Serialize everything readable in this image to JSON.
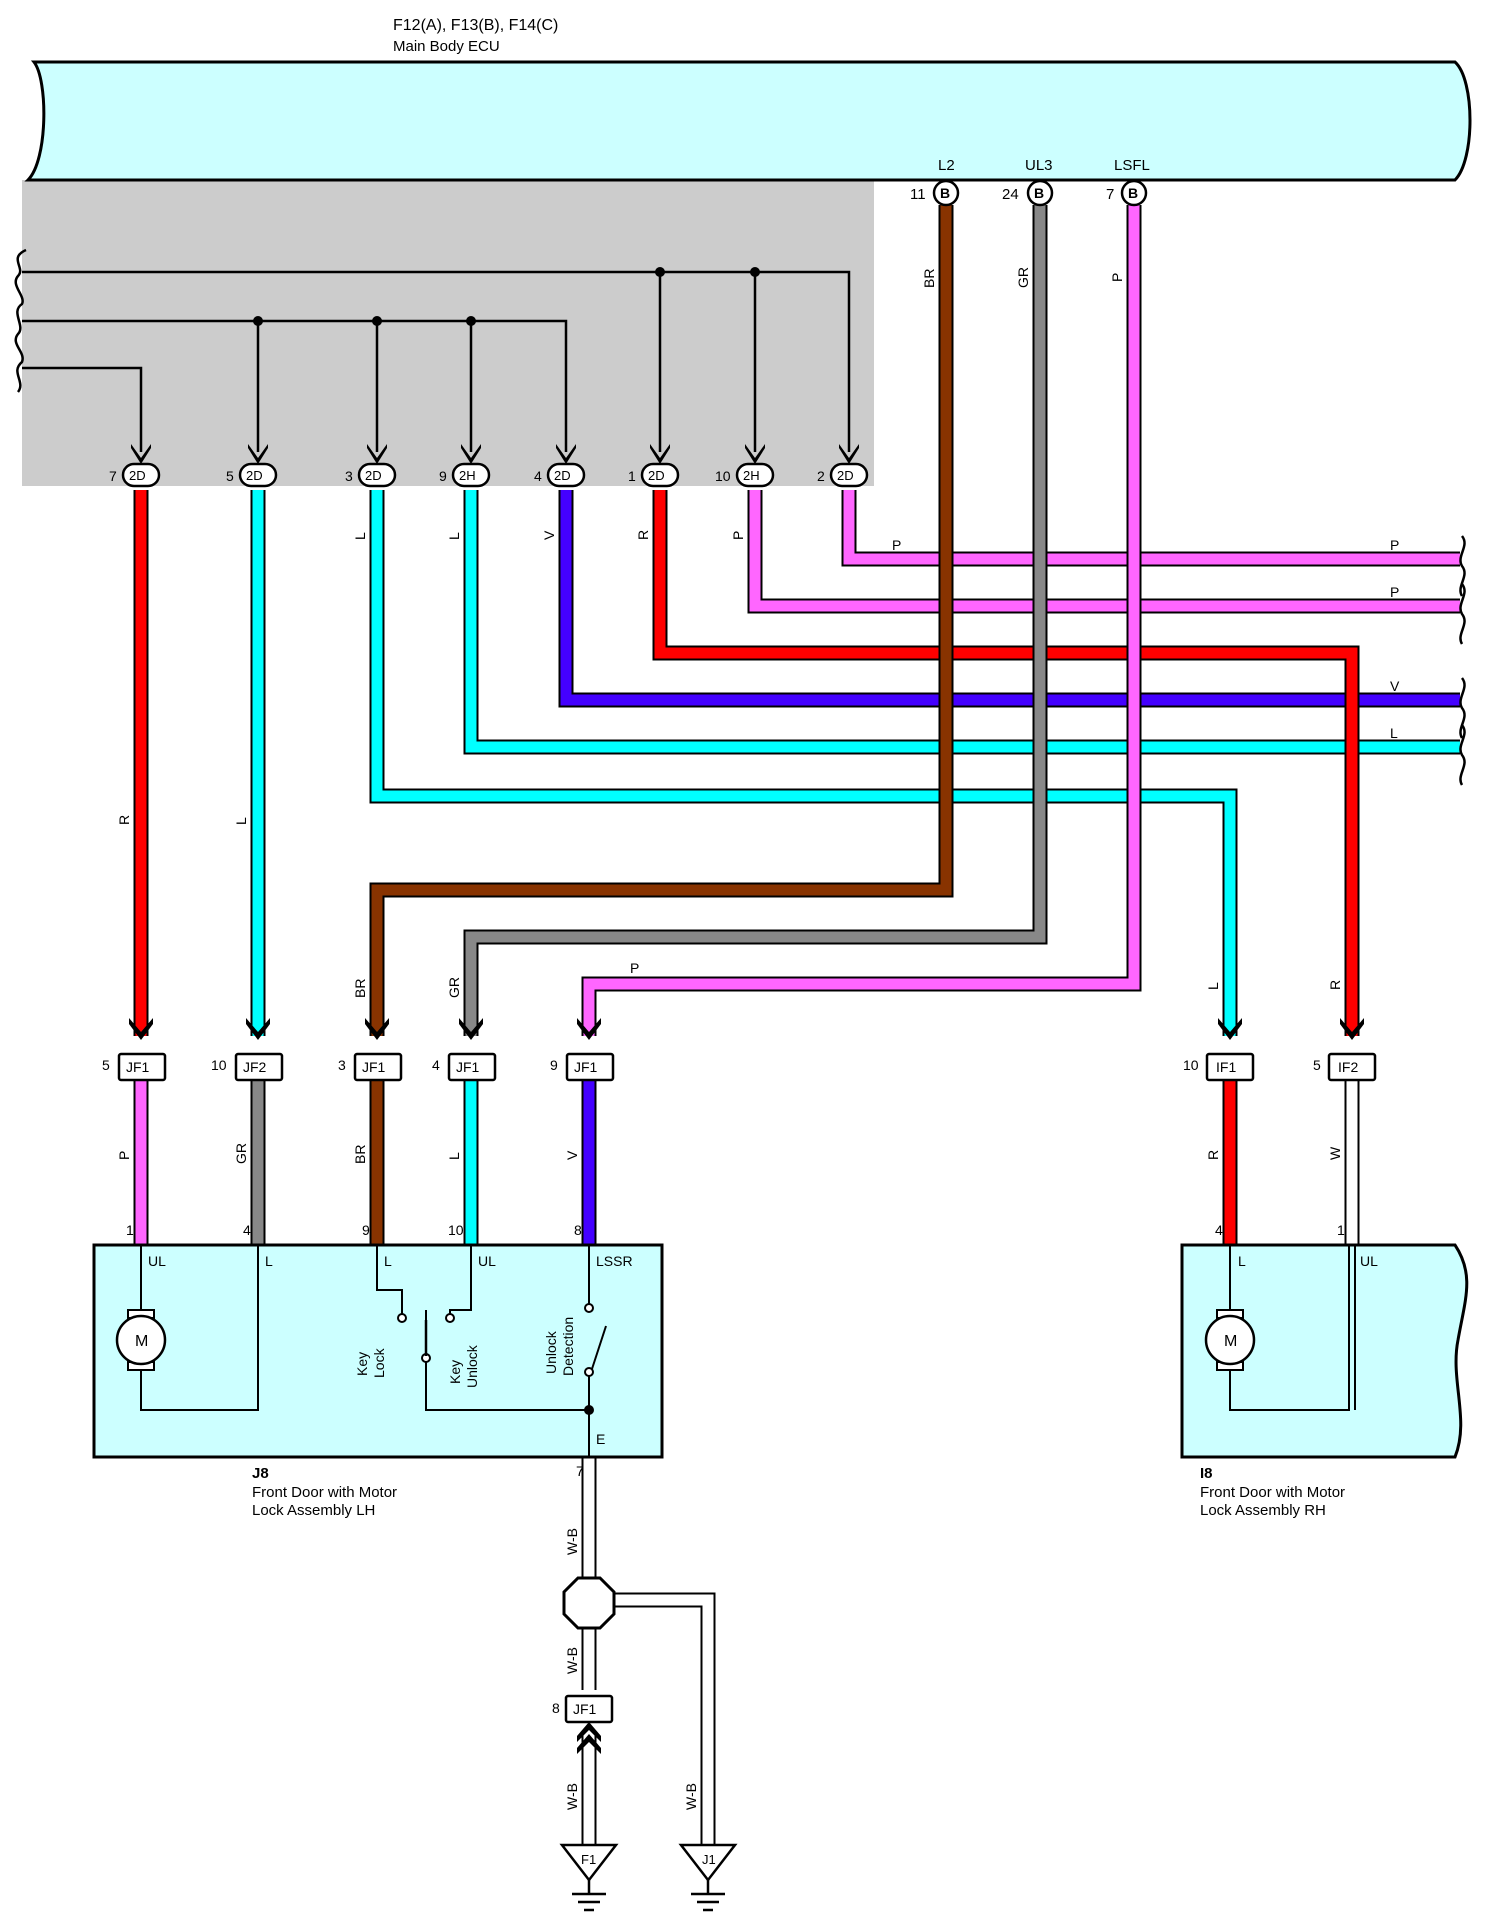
{
  "ecu": {
    "title": "F12(A), F13(B), F14(C)",
    "name": "Main Body ECU",
    "terminals": [
      {
        "name": "L2",
        "pin": "11",
        "conn": "B",
        "wire": "BR"
      },
      {
        "name": "UL3",
        "pin": "24",
        "conn": "B",
        "wire": "GR"
      },
      {
        "name": "LSFL",
        "pin": "7",
        "conn": "B",
        "wire": "P"
      }
    ]
  },
  "junctions_top": [
    {
      "pin": "7",
      "conn": "2D",
      "wire": "R"
    },
    {
      "pin": "5",
      "conn": "2D",
      "wire": "L"
    },
    {
      "pin": "3",
      "conn": "2D",
      "wire": "L"
    },
    {
      "pin": "9",
      "conn": "2H",
      "wire": "L"
    },
    {
      "pin": "4",
      "conn": "2D",
      "wire": "V"
    },
    {
      "pin": "1",
      "conn": "2D",
      "wire": "R"
    },
    {
      "pin": "10",
      "conn": "2H",
      "wire": "P"
    },
    {
      "pin": "2",
      "conn": "2D",
      "wire": "P"
    }
  ],
  "right_exits": [
    {
      "label": "P"
    },
    {
      "label": "P"
    },
    {
      "label": "V"
    },
    {
      "label": "L"
    }
  ],
  "lh_connectors": [
    {
      "pin": "5",
      "conn": "JF1",
      "wire_in": "R",
      "wire_out": "P",
      "dev_pin": "1"
    },
    {
      "pin": "10",
      "conn": "JF2",
      "wire_in": "L",
      "wire_out": "GR",
      "dev_pin": "4"
    },
    {
      "pin": "3",
      "conn": "JF1",
      "wire_in": "BR",
      "wire_out": "BR",
      "dev_pin": "9"
    },
    {
      "pin": "4",
      "conn": "JF1",
      "wire_in": "GR",
      "wire_out": "L",
      "dev_pin": "10"
    },
    {
      "pin": "9",
      "conn": "JF1",
      "wire_in": "P",
      "wire_out": "V",
      "dev_pin": "8"
    }
  ],
  "rh_connectors": [
    {
      "pin": "10",
      "conn": "IF1",
      "wire_in": "L",
      "wire_out": "R",
      "dev_pin": "4"
    },
    {
      "pin": "5",
      "conn": "IF2",
      "wire_in": "R",
      "wire_out": "W",
      "dev_pin": "1"
    }
  ],
  "lh_device": {
    "id": "J8",
    "name_line1": "Front Door with Motor",
    "name_line2": "Lock Assembly LH",
    "terminals": [
      "UL",
      "L",
      "L",
      "UL",
      "LSSR",
      "E"
    ],
    "motor": "M",
    "key_lock_1": "Key",
    "key_lock_2": "Lock",
    "key_unlock_1": "Key",
    "key_unlock_2": "Unlock",
    "unlock_det_1": "Unlock",
    "unlock_det_2": "Detection",
    "ground_pin": "7"
  },
  "rh_device": {
    "id": "I8",
    "name_line1": "Front Door with Motor",
    "name_line2": "Lock Assembly RH",
    "terminals": [
      "L",
      "UL"
    ],
    "motor": "M"
  },
  "ground_path": {
    "wire": "W-B",
    "conn_pin": "8",
    "conn": "JF1",
    "grounds": [
      "F1",
      "J1"
    ]
  },
  "colors": {
    "R": "#ff0000",
    "L": "#00ffff",
    "V": "#4400ff",
    "P": "#ff66ff",
    "BR": "#883300",
    "GR": "#888888",
    "W": "#ffffff",
    "panel": "#ccffff",
    "gray_area": "#cccccc"
  }
}
